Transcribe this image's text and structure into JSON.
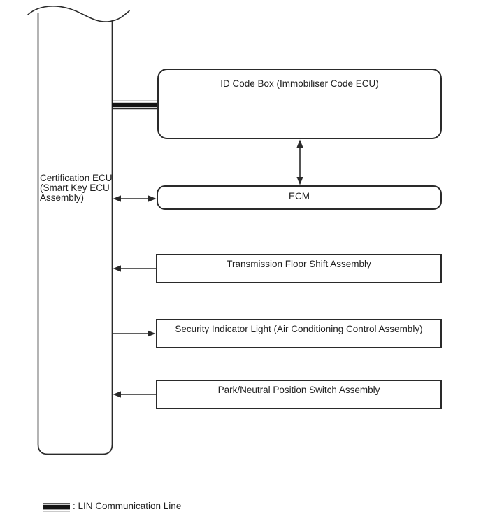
{
  "colors": {
    "line": "#2a2a2a",
    "text": "#1f1f1f",
    "background": "#ffffff"
  },
  "main_node": {
    "id": "certification-ecu",
    "label": "Certification ECU (Smart Key ECU Assembly)"
  },
  "nodes": [
    {
      "id": "id-code-box",
      "label": "ID Code Box (Immobiliser Code ECU)",
      "shape": "rounded-rect"
    },
    {
      "id": "ecm",
      "label": "ECM",
      "shape": "rounded-rect"
    },
    {
      "id": "transmission-floor-shift-assembly",
      "label": "Transmission Floor Shift Assembly",
      "shape": "rect"
    },
    {
      "id": "security-indicator-light",
      "label": "Security Indicator Light (Air Conditioning Control Assembly)",
      "shape": "rect"
    },
    {
      "id": "park-neutral-position-switch-assembly",
      "label": "Park/Neutral Position Switch Assembly",
      "shape": "rect"
    }
  ],
  "connections": [
    {
      "from": "certification-ecu",
      "to": "id-code-box",
      "type": "lin-communication-line"
    },
    {
      "from": "certification-ecu",
      "to": "ecm",
      "type": "bidirectional-arrow"
    },
    {
      "from": "id-code-box",
      "to": "ecm",
      "type": "bidirectional-arrow"
    },
    {
      "from": "transmission-floor-shift-assembly",
      "to": "certification-ecu",
      "type": "arrow"
    },
    {
      "from": "certification-ecu",
      "to": "security-indicator-light",
      "type": "arrow"
    },
    {
      "from": "park-neutral-position-switch-assembly",
      "to": "certification-ecu",
      "type": "arrow"
    }
  ],
  "legend": {
    "symbol": "lin-line-swatch",
    "label": ": LIN Communication Line"
  }
}
